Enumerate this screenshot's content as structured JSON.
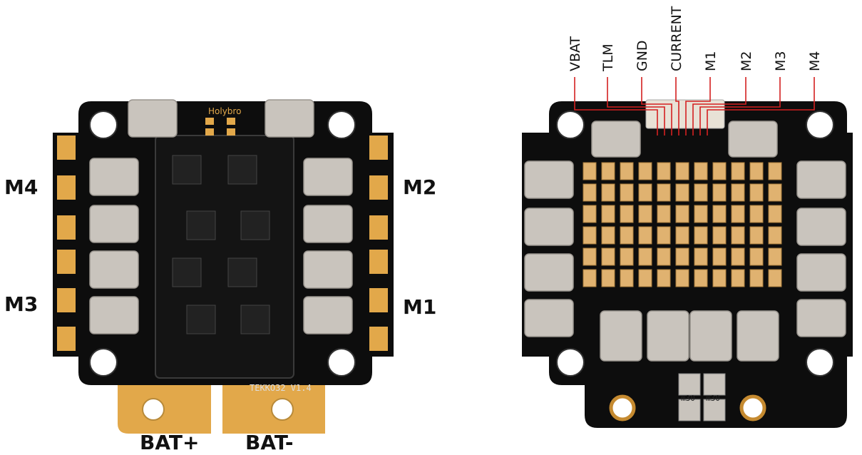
{
  "left_board": {
    "brand": "Holybro",
    "model": "TEKKO32 V1.4",
    "labels": {
      "m4": "M4",
      "m3": "M3",
      "m2": "M2",
      "m1": "M1",
      "bat_plus": "BAT+",
      "bat_minus": "BAT-"
    }
  },
  "right_board": {
    "pins": [
      "VBAT",
      "TLM",
      "GND",
      "CURRENT",
      "M1",
      "M2",
      "M3",
      "M4"
    ],
    "pin_line_color": "#d42020",
    "shunt_marks": [
      "m30",
      "m30"
    ]
  },
  "colors": {
    "pcb": "#0d0d0d",
    "pad_gold": "#e2a84a",
    "component_silver": "#c9c4bd",
    "capacitor": "#e0b270"
  }
}
